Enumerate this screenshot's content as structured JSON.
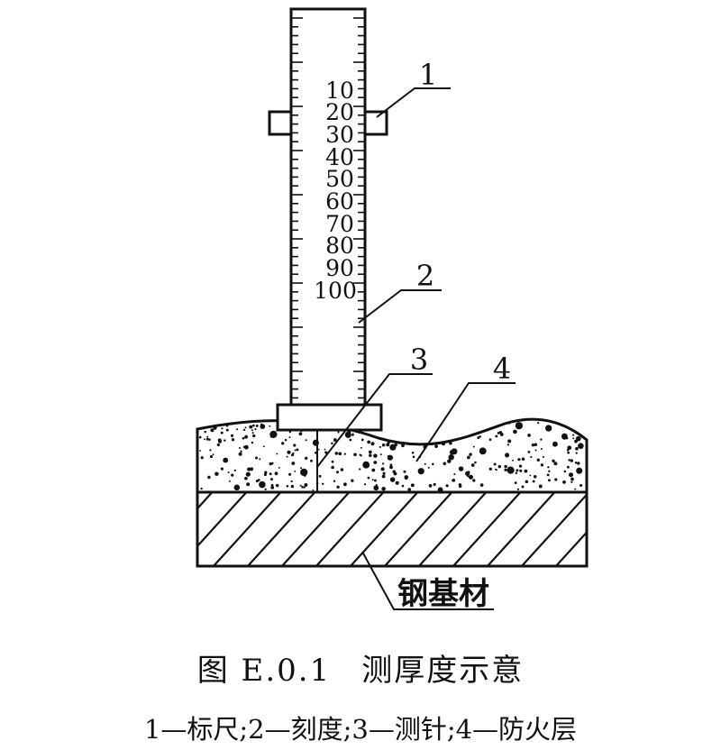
{
  "ruler": {
    "scale_labels": [
      "10",
      "20",
      "30",
      "40",
      "50",
      "60",
      "70",
      "80",
      "90",
      "100"
    ]
  },
  "callouts": [
    "1",
    "2",
    "3",
    "4"
  ],
  "substrate_label": "钢基材",
  "figure": {
    "number": "图 E.0.1",
    "title": "测厚度示意",
    "legend": "1—标尺;2—刻度;3—测针;4—防火层"
  },
  "colors": {
    "ink": "#111111",
    "background": "#ffffff"
  }
}
